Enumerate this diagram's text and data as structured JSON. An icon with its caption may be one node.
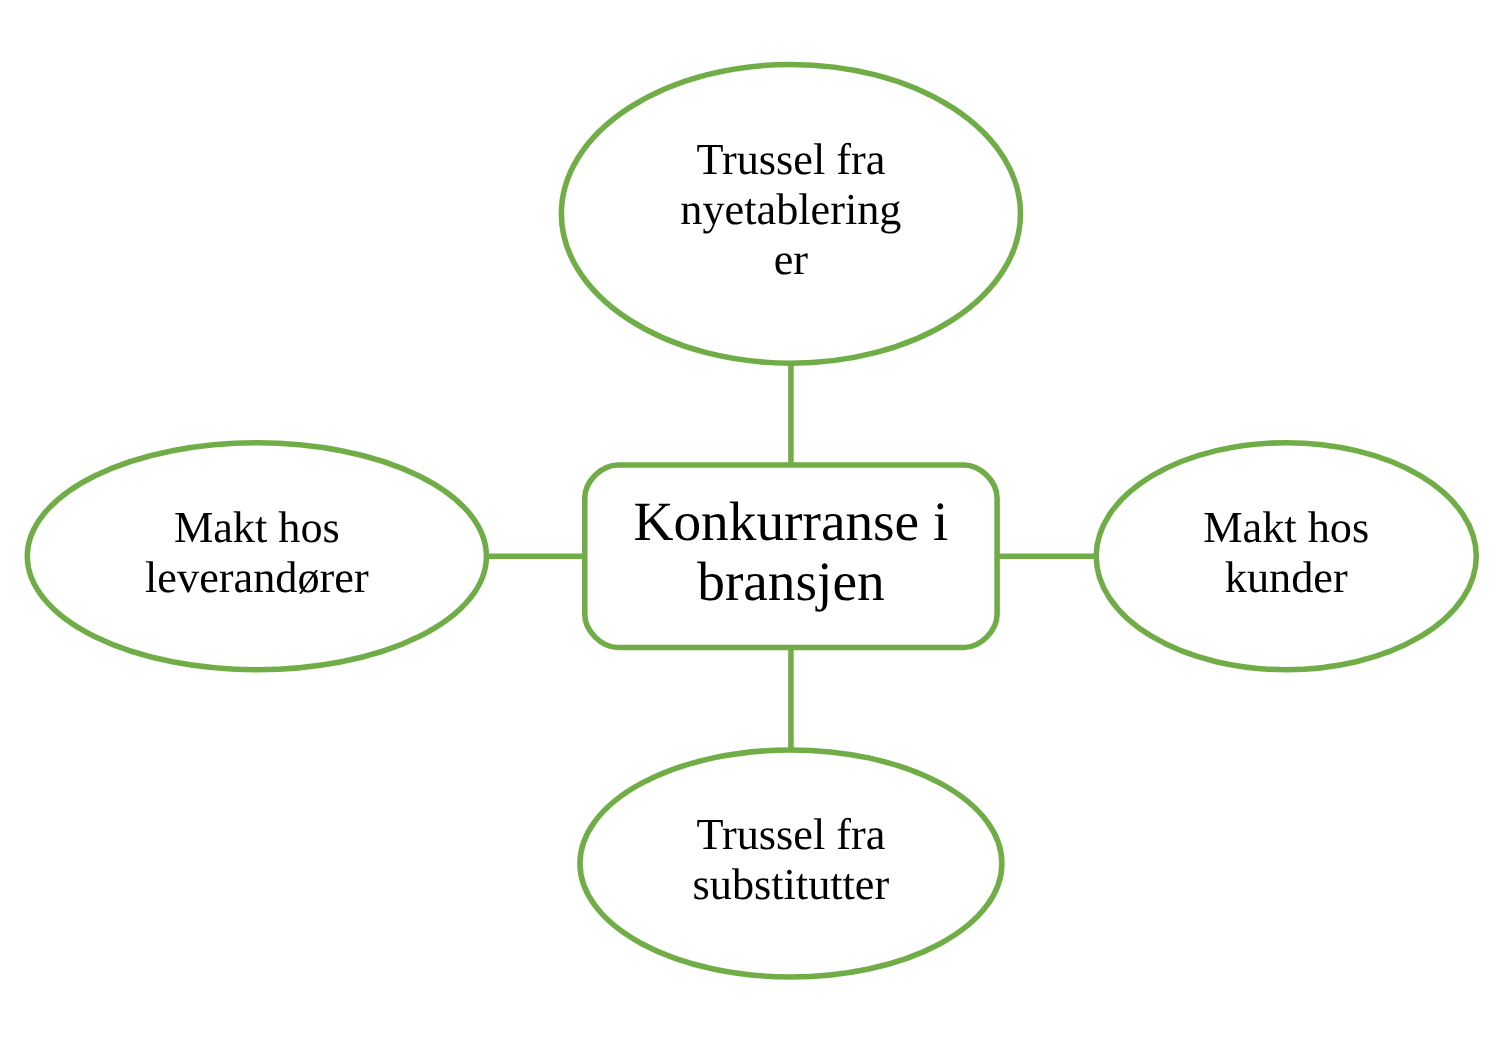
{
  "diagram": {
    "nodes": [
      {
        "text": [
          "Konkurranse i bransjen"
        ]
      },
      {
        "text": [
          "Trussel fra nyetablering er"
        ]
      },
      {
        "text": [
          "Makt hos leverandører"
        ]
      },
      {
        "text": [
          "Makt hos kunder"
        ]
      },
      {
        "text": [
          "Trussel fra substitutter"
        ]
      }
    ],
    "edges": [
      {
        "from": 1,
        "to": 0,
        "arrow": "none"
      },
      {
        "from": 2,
        "to": 0,
        "arrow": "none"
      },
      {
        "from": 0,
        "to": 3,
        "arrow": "none"
      },
      {
        "from": 0,
        "to": 4,
        "arrow": "none"
      }
    ]
  }
}
